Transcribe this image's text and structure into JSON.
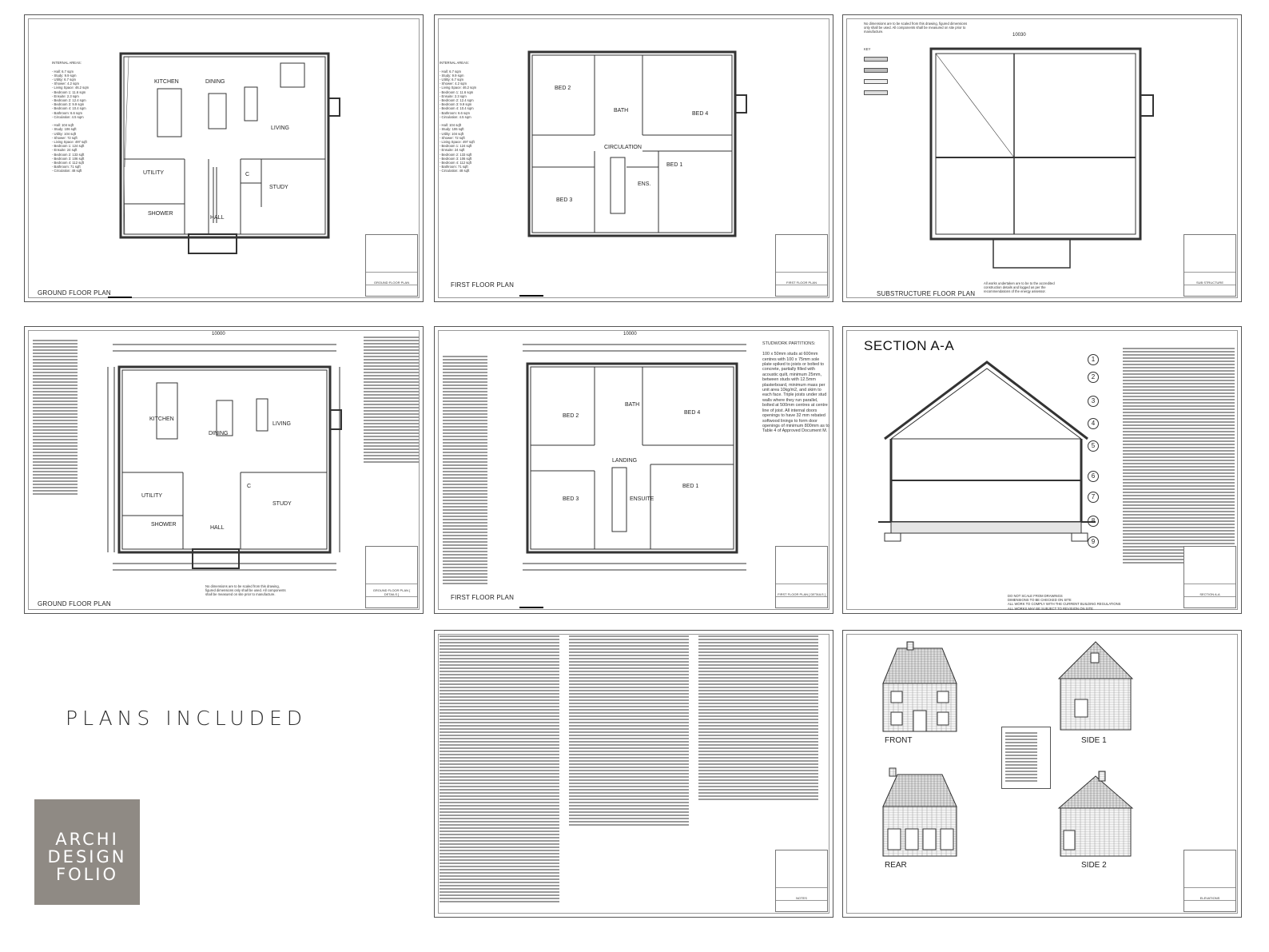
{
  "caption_marker": "PLANS INCLUDED",
  "logo": {
    "lines": [
      "ARCHI",
      "DESIGN",
      "FOLIO"
    ],
    "bg_color": "#8f8a84"
  },
  "sheets": {
    "ground_floor": {
      "caption": "GROUND FLOOR PLAN",
      "title_block": "GROUND FLOOR PLAN",
      "rooms": [
        "KITCHEN",
        "DINING",
        "LIVING",
        "UTILITY",
        "C",
        "STUDY",
        "SHOWER",
        "HALL"
      ],
      "schedule_title": "INTERNAL AREAS:",
      "schedule": "- Hall:            6.7 sqm\n- Study:           9.9 sqm\n- Utility:         6.7 sqm\n- Shower:          4.2 sqm\n- Living Space:   46.2 sqm\n- Bedroom 1:      11.6 sqm\n- Ensuite:         2.3 sqm\n- Bedroom 2:      12.4 sqm\n- Bedroom 3:       9.9 sqm\n- Bedroom 4:      10.4 sqm\n- Bathroom:        6.6 sqm\n- Circulation:     4.5 sqm\n\n- Hall:           104 sqft\n- Study:          106 sqft\n- Utility:        104 sqft\n- Shower:          72 sqft\n- Living Space:   497 sqft\n- Bedroom 1:      124 sqft\n- Ensuite:         24 sqft\n- Bedroom 2:      133 sqft\n- Bedroom 3:      106 sqft\n- Bedroom 4:      112 sqft\n- Bathroom:        71 sqft\n- Circulation:     48 sqft"
    },
    "first_floor": {
      "caption": "FIRST FLOOR PLAN",
      "title_block": "FIRST FLOOR PLAN",
      "rooms": [
        "BED 2",
        "BATH",
        "BED 4",
        "CIRCULATION",
        "BED 1",
        "ENS.",
        "BED 3"
      ]
    },
    "substructure": {
      "caption": "SUBSTRUCTURE FLOOR PLAN",
      "title_block": "SUB STRUCTURE",
      "top_note": "No dimensions are to be scaled from this drawing, figured dimensions only shall be used. All components shall be measured on site prior to manufacture.",
      "bottom_note": "All works undertaken are to be to the accredited construction details and logged as per the recommendations of the energy assessor.",
      "key_title": "KEY",
      "overall_dimension": "10030"
    },
    "ground_floor_detail": {
      "caption": "GROUND FLOOR PLAN",
      "title_block": "GROUND FLOOR PLAN [ DETAILS ]",
      "rooms": [
        "KITCHEN",
        "DINING",
        "LIVING",
        "UTILITY",
        "C",
        "STUDY",
        "SHOWER",
        "HALL"
      ],
      "overall_dimension": "10000",
      "bottom_note": "No dimensions are to be scaled from this drawing, figured dimensions only shall be used. All components shall be measured on site prior to manufacture."
    },
    "first_floor_detail": {
      "caption": "FIRST FLOOR PLAN",
      "title_block": "FIRST FLOOR PLAN [ DETAILS ]",
      "rooms": [
        "BED 2",
        "BATH",
        "BED 4",
        "LANDING",
        "BED 3",
        "ENSUITE",
        "BED 1"
      ],
      "overall_dimension": "10000",
      "partition_title": "STUDWORK PARTITIONS:",
      "partition_note": "100 x 50mm studs at 600mm centres with 100 x 75mm sole plate spiked to joists or bolted to concrete, partially filled with acoustic quilt, minimum 25mm, between studs with 12.5mm plasterboard, minimum mass per unit area 10kg/m2, and skim to each face. Triple joists under stud walls where they run parallel, bolted at 500mm centres at centre line of joist. All internal doors openings to have 32 mm rebated softwood linings to form door openings of minimum 800mm as to Table 4 of Approved Document M."
    },
    "section": {
      "title": "SECTION A-A",
      "title_block": "SECTION A-A",
      "markers": [
        "1",
        "2",
        "3",
        "4",
        "5",
        "6",
        "7",
        "8",
        "9"
      ],
      "bottom_note": "DO NOT SCALE FROM DRAWINGS\nDIMENSIONS TO BE CHECKED ON SITE\nALL WORK TO COMPLY WITH THE CURRENT BUILDING REGULATIONS\nALL WORKS MAY BE SUBJECT TO REVISION ON SITE"
    },
    "notes": {
      "title_block": "NOTES"
    },
    "elevations": {
      "title_block": "ELEVATIONS",
      "labels": [
        "FRONT",
        "SIDE 1",
        "REAR",
        "SIDE 2"
      ]
    }
  }
}
